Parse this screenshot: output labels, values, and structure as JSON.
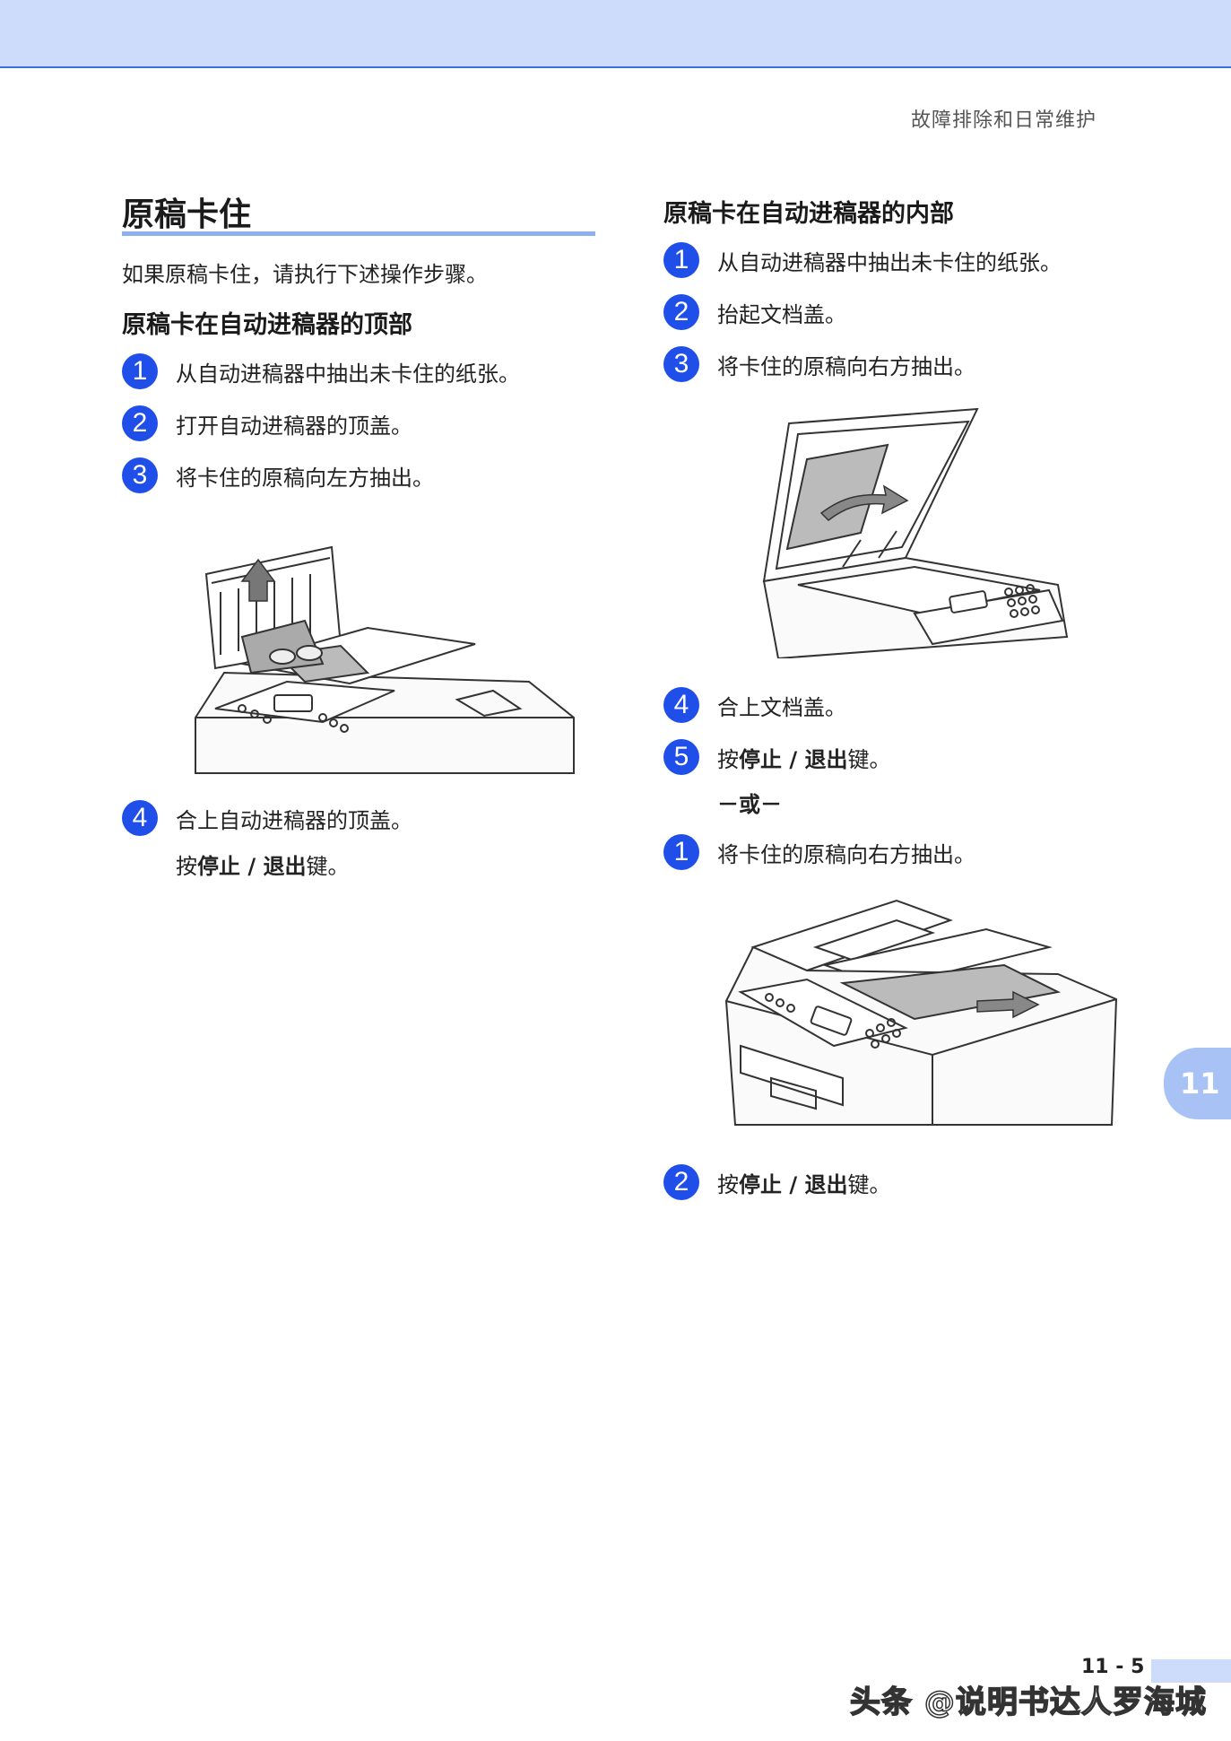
{
  "header": {
    "running_head": "故障排除和日常维护"
  },
  "left": {
    "title": "原稿卡住",
    "intro": "如果原稿卡住，请执行下述操作步骤。",
    "subhead": "原稿卡在自动进稿器的顶部",
    "steps": [
      {
        "n": "1",
        "text": "从自动进稿器中抽出未卡住的纸张。"
      },
      {
        "n": "2",
        "text": "打开自动进稿器的顶盖。"
      },
      {
        "n": "3",
        "text": "将卡住的原稿向左方抽出。"
      },
      {
        "n": "4",
        "text": "合上自动进稿器的顶盖。"
      }
    ],
    "step4_line2": {
      "pre": "按",
      "bold": "停止 / 退出",
      "post": "键。"
    }
  },
  "right": {
    "subhead": "原稿卡在自动进稿器的内部",
    "steps": [
      {
        "n": "1",
        "text": "从自动进稿器中抽出未卡住的纸张。"
      },
      {
        "n": "2",
        "text": "抬起文档盖。"
      },
      {
        "n": "3",
        "text": "将卡住的原稿向右方抽出。"
      },
      {
        "n": "4",
        "text": "合上文档盖。"
      }
    ],
    "step5": {
      "n": "5",
      "pre": "按",
      "bold": "停止 / 退出",
      "post": "键。"
    },
    "or": "－或－",
    "alt_steps": [
      {
        "n": "1",
        "text": "将卡住的原稿向右方抽出。"
      }
    ],
    "alt_step2": {
      "n": "2",
      "pre": "按",
      "bold": "停止 / 退出",
      "post": "键。"
    }
  },
  "chapter_tab": "11",
  "page_number": "11 - 5",
  "watermark": "头条 @说明书达人罗海城"
}
